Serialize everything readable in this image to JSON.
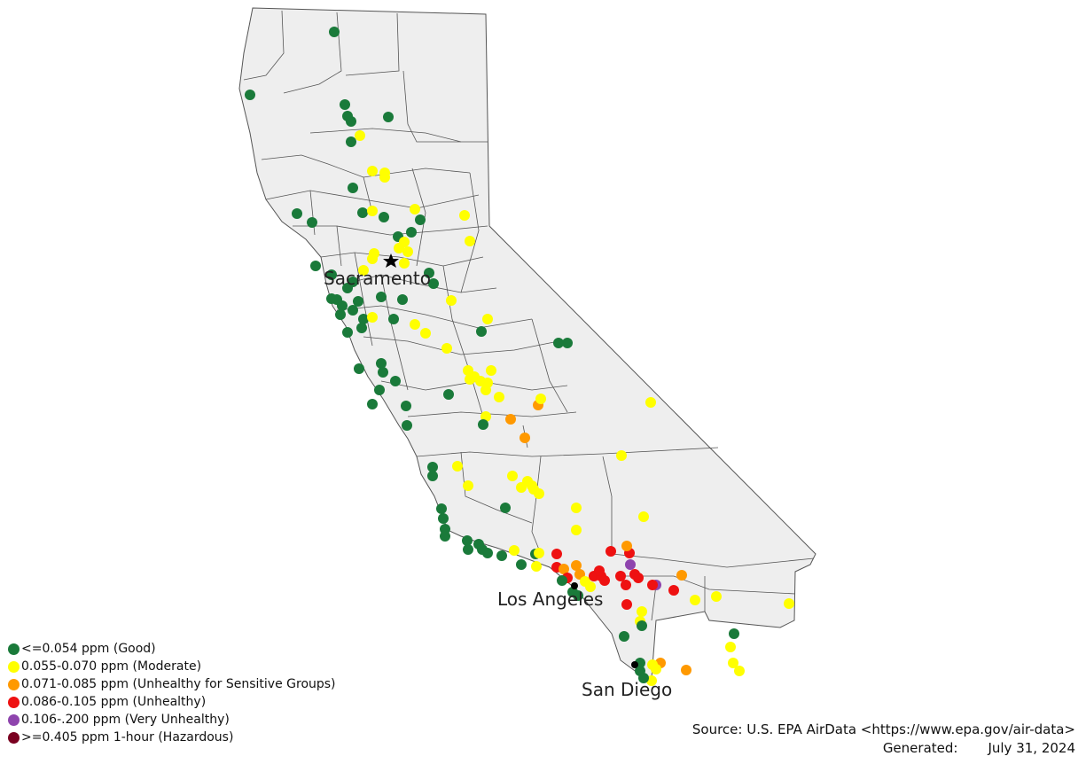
{
  "colors": {
    "good": "#1a7a3a",
    "moderate": "#ffff00",
    "usg": "#ff9900",
    "unhealthy": "#ee1111",
    "very_unhealthy": "#8e44ad",
    "hazardous": "#7a0020",
    "land": "#eeeeee",
    "county_border": "#555555"
  },
  "cities": [
    {
      "name": "Sacramento",
      "marker": "star-icon"
    },
    {
      "name": "Los Angeles",
      "marker": "star-icon"
    },
    {
      "name": "San Diego",
      "marker": "star-icon"
    }
  ],
  "legend": [
    {
      "level": "good",
      "label": "<=0.054 ppm (Good)"
    },
    {
      "level": "moderate",
      "label": "0.055-0.070 ppm (Moderate)"
    },
    {
      "level": "usg",
      "label": "0.071-0.085 ppm (Unhealthy for Sensitive Groups)"
    },
    {
      "level": "unhealthy",
      "label": " 0.086-0.105 ppm (Unhealthy)"
    },
    {
      "level": "very_unhealthy",
      "label": "0.106-.200 ppm (Very Unhealthy)"
    },
    {
      "level": "hazardous",
      "label": ">=0.405 ppm 1-hour (Hazardous)"
    }
  ],
  "source": {
    "text": "Source: U.S. EPA AirData <https://www.epa.gov/air-data>",
    "generated_label": "Generated:",
    "generated_date": "July 31, 2024"
  }
}
